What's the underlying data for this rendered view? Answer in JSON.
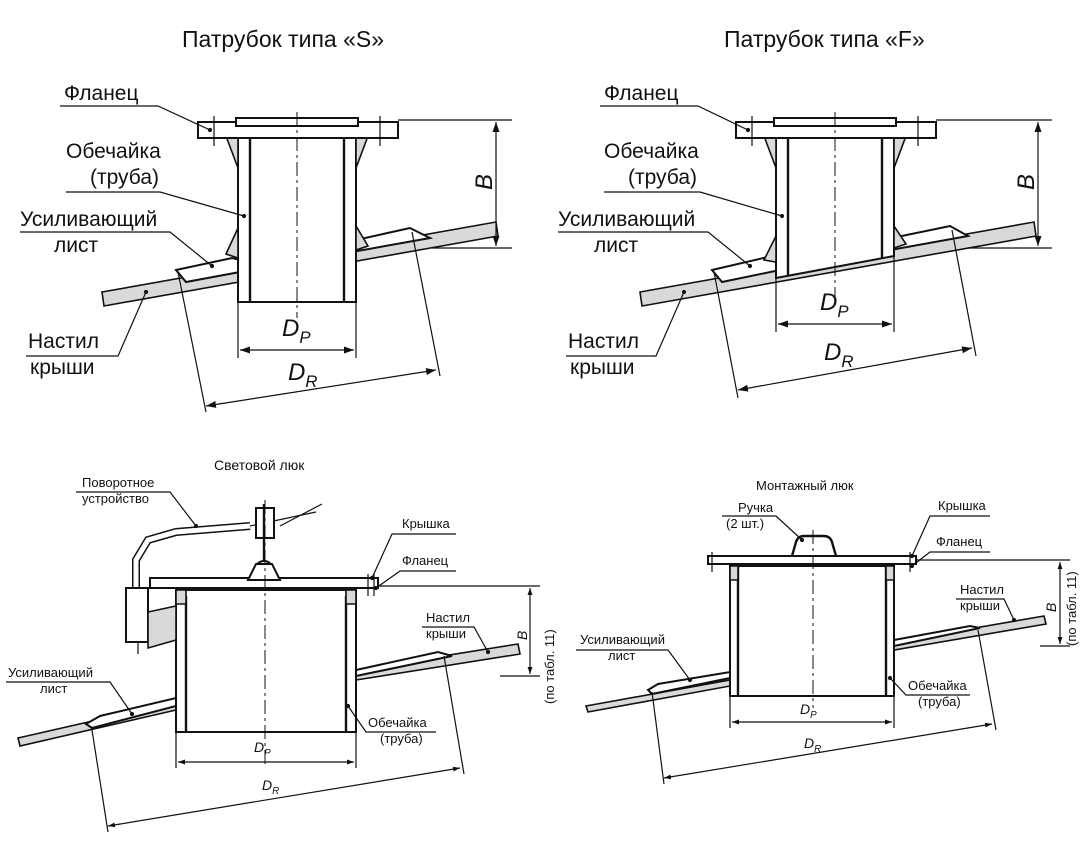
{
  "diagrams": {
    "s": {
      "title": "Патрубок типа «S»",
      "flange": "Фланец",
      "shell_1": "Обечайка",
      "shell_2": "(труба)",
      "reinf_1": "Усиливающий",
      "reinf_2": "лист",
      "roof_1": "Настил",
      "roof_2": "крыши",
      "dim_b": "B",
      "dim_dp": "D",
      "dim_dp_sub": "P",
      "dim_dr": "D",
      "dim_dr_sub": "R"
    },
    "f": {
      "title": "Патрубок типа «F»",
      "flange": "Фланец",
      "shell_1": "Обечайка",
      "shell_2": "(труба)",
      "reinf_1": "Усиливающий",
      "reinf_2": "лист",
      "roof_1": "Настил",
      "roof_2": "крыши",
      "dim_b": "B",
      "dim_dp": "D",
      "dim_dp_sub": "P",
      "dim_dr": "D",
      "dim_dr_sub": "R"
    },
    "light_hatch": {
      "title": "Световой люк",
      "rotator_1": "Поворотное",
      "rotator_2": "устройство",
      "cover": "Крышка",
      "flange": "Фланец",
      "roof_1": "Настил",
      "roof_2": "крыши",
      "reinf_1": "Усиливающий",
      "reinf_2": "лист",
      "shell_1": "Обечайка",
      "shell_2": "(труба)",
      "dim_b": "B",
      "dim_b_note": "(по табл. 11)",
      "dim_dp": "D",
      "dim_dp_sub": "P",
      "dim_dr": "D",
      "dim_dr_sub": "R"
    },
    "mount_hatch": {
      "title": "Монтажный люк",
      "handle_1": "Ручка",
      "handle_2": "(2 шт.)",
      "cover": "Крышка",
      "flange": "Фланец",
      "roof_1": "Настил",
      "roof_2": "крыши",
      "reinf_1": "Усиливающий",
      "reinf_2": "лист",
      "shell_1": "Обечайка",
      "shell_2": "(труба)",
      "dim_b": "B",
      "dim_b_note": "(по табл. 11)",
      "dim_dp": "D",
      "dim_dp_sub": "P",
      "dim_dr": "D",
      "dim_dr_sub": "R"
    }
  }
}
